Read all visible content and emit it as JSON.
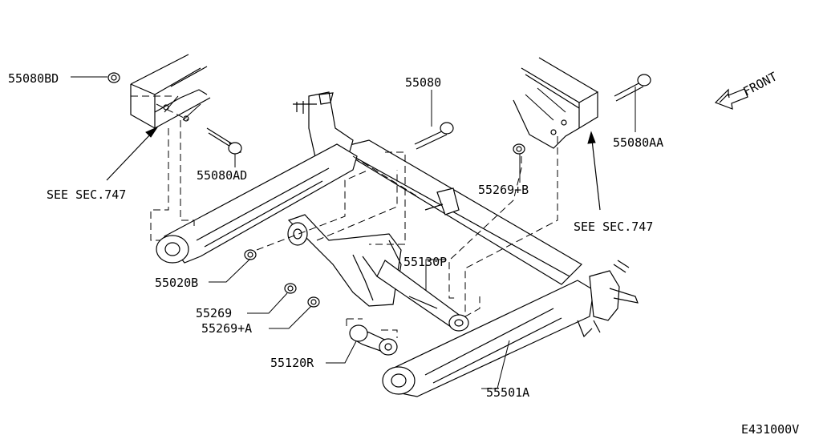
{
  "callouts": {
    "p55080BD": "55080BD",
    "p55080AD": "55080AD",
    "p55080": "55080",
    "p55080AA": "55080AA",
    "p55269B": "55269+B",
    "p55130P": "55130P",
    "p55020B": "55020B",
    "p55269": "55269",
    "p55269A": "55269+A",
    "p55120R": "55120R",
    "p55501A": "55501A"
  },
  "references": {
    "see_left": "SEE SEC.747",
    "see_right": "SEE SEC.747",
    "front": "FRONT"
  },
  "diagram_code": "E431000V"
}
